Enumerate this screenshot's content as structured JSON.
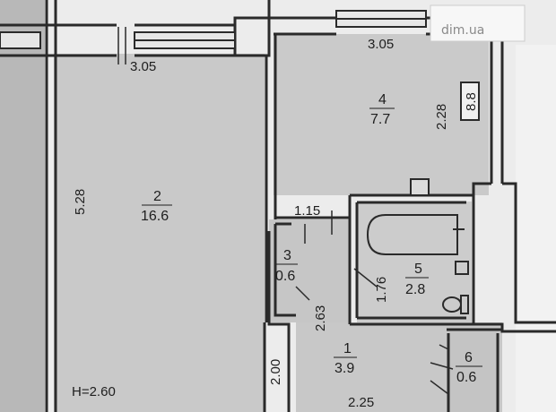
{
  "watermark": "dim.ua",
  "ceiling_height": "H=2.60",
  "rooms": [
    {
      "id": "2",
      "area": "16.6"
    },
    {
      "id": "4",
      "area": "7.7"
    },
    {
      "id": "3",
      "area": "0.6"
    },
    {
      "id": "5",
      "area": "2.8"
    },
    {
      "id": "1",
      "area": "3.9"
    },
    {
      "id": "6",
      "area": "0.6"
    }
  ],
  "dimensions": {
    "room2_width": "3.05",
    "room2_length": "5.28",
    "room4_width": "3.05",
    "room4_length": "2.28",
    "closet_width": "1.15",
    "hall_length": "2.63",
    "bath_length": "1.76",
    "hall_width": "2.25",
    "hall_lower": "2.00"
  },
  "radiator_mark": "8.8",
  "colors": {
    "room_fill": "#c8c8c8",
    "wall": "#2a2a2a",
    "background": "#e9e9e9"
  }
}
